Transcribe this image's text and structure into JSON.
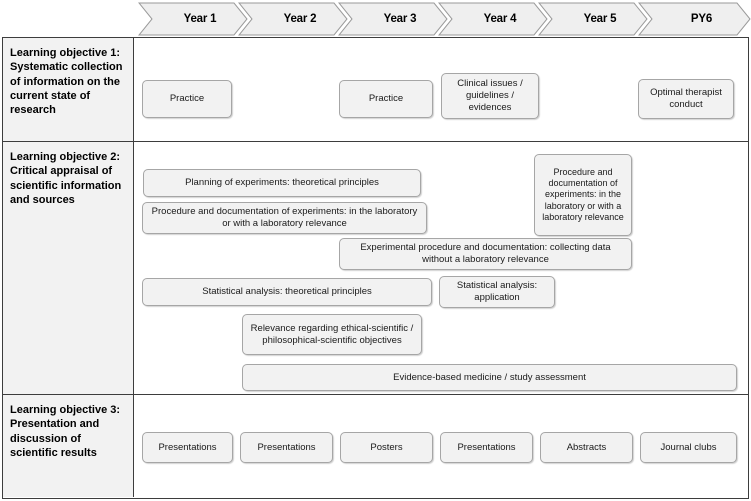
{
  "timeline": {
    "name": "curriculum-timeline",
    "segments": [
      {
        "label": "Year 1"
      },
      {
        "label": "Year 2"
      },
      {
        "label": "Year 3"
      },
      {
        "label": "Year 4"
      },
      {
        "label": "Year 5"
      },
      {
        "label": "PY6"
      }
    ]
  },
  "colors": {
    "box_fill": "#f2f2f2",
    "box_border": "#a6a6a6",
    "frame_border": "#3d3d3d",
    "text": "#1a1a1a",
    "page_background": "#ffffff"
  },
  "rows": [
    {
      "id": "learning-objective-1",
      "label": "Learning objective 1: Systematic collection of information on the current state of research",
      "topics": [
        {
          "id": "lo1-practice-y1",
          "text": "Practice"
        },
        {
          "id": "lo1-practice-y3",
          "text": "Practice"
        },
        {
          "id": "lo1-clinical-issues",
          "text": "Clinical issues / guidelines / evidences"
        },
        {
          "id": "lo1-optimal-therapist-conduct",
          "text": "Optimal therapist conduct"
        }
      ]
    },
    {
      "id": "learning-objective-2",
      "label": "Learning objective 2: Critical appraisal of scientific information and sources",
      "topics": [
        {
          "id": "lo2-planning-experiments",
          "text": "Planning of experiments: theoretical principles"
        },
        {
          "id": "lo2-procedure-documentation-lab",
          "text": "Procedure and documentation of experiments: in the laboratory or with a laboratory relevance"
        },
        {
          "id": "lo2-procedure-documentation-tall",
          "text": "Procedure and documentation of experiments: in the laboratory or with a laboratory relevance"
        },
        {
          "id": "lo2-experimental-procedure-nonlab",
          "text": "Experimental procedure and documentation: collecting data without a laboratory relevance"
        },
        {
          "id": "lo2-statistical-theory",
          "text": "Statistical analysis: theoretical principles"
        },
        {
          "id": "lo2-statistical-application",
          "text": "Statistical analysis: application"
        },
        {
          "id": "lo2-relevance-ethical",
          "text": "Relevance regarding ethical-scientific / philosophical-scientific objectives"
        },
        {
          "id": "lo2-evidence-based-medicine",
          "text": "Evidence-based medicine / study assessment"
        }
      ]
    },
    {
      "id": "learning-objective-3",
      "label": "Learning objective 3: Presentation and discussion of scientific results",
      "topics": [
        {
          "id": "lo3-presentations-y1",
          "text": "Presentations"
        },
        {
          "id": "lo3-presentations-y2",
          "text": "Presentations"
        },
        {
          "id": "lo3-posters-y3",
          "text": "Posters"
        },
        {
          "id": "lo3-presentations-y4",
          "text": "Presentations"
        },
        {
          "id": "lo3-abstracts-y5",
          "text": "Abstracts"
        },
        {
          "id": "lo3-journal-clubs-py6",
          "text": "Journal clubs"
        }
      ]
    }
  ]
}
